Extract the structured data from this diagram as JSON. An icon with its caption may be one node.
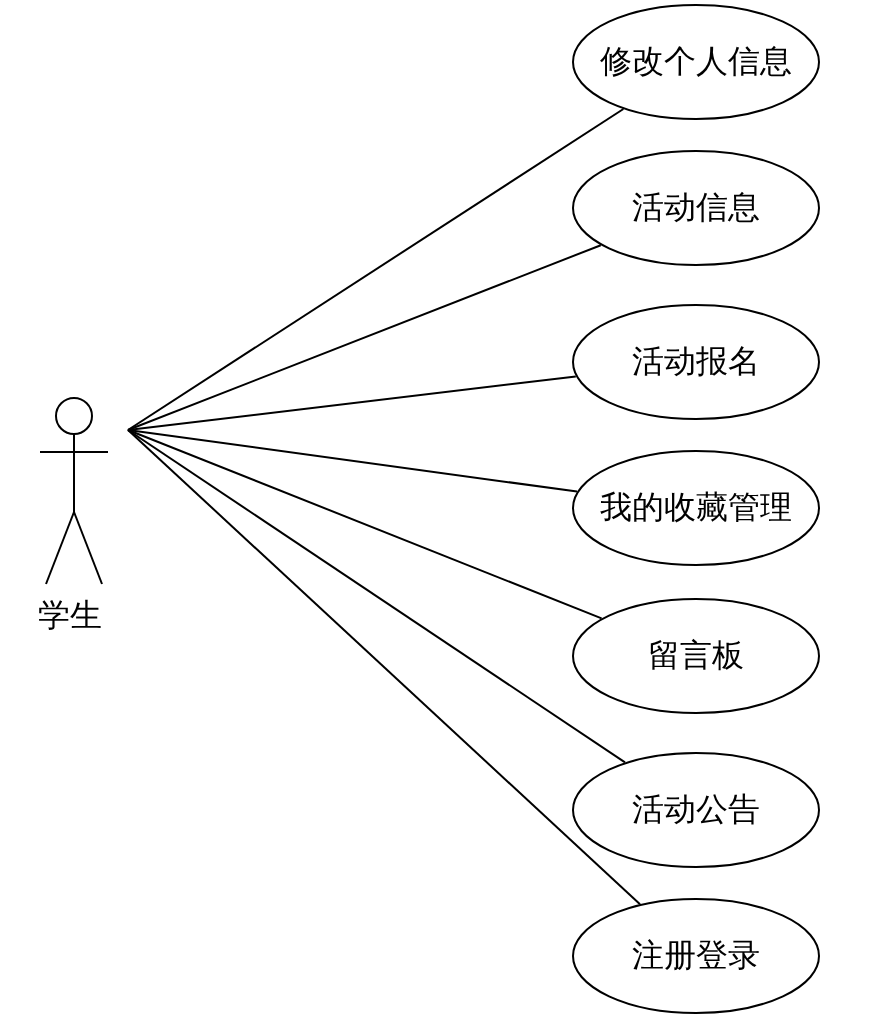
{
  "diagram": {
    "nodes": [
      {
        "text": [
          "学生"
        ]
      },
      {
        "text": [
          "修改个人信息"
        ]
      },
      {
        "text": [
          "活动信息"
        ]
      },
      {
        "text": [
          "活动报名"
        ]
      },
      {
        "text": [
          "我的收藏管理"
        ]
      },
      {
        "text": [
          "留言板"
        ]
      },
      {
        "text": [
          "活动公告"
        ]
      },
      {
        "text": [
          "注册登录"
        ]
      }
    ],
    "edges": [
      {
        "from": 0,
        "to": 1,
        "arrow": "none"
      },
      {
        "from": 0,
        "to": 2,
        "arrow": "none"
      },
      {
        "from": 0,
        "to": 3,
        "arrow": "none"
      },
      {
        "from": 0,
        "to": 4,
        "arrow": "none"
      },
      {
        "from": 0,
        "to": 5,
        "arrow": "none"
      },
      {
        "from": 0,
        "to": 6,
        "arrow": "none"
      },
      {
        "from": 0,
        "to": 7,
        "arrow": "none"
      }
    ]
  }
}
